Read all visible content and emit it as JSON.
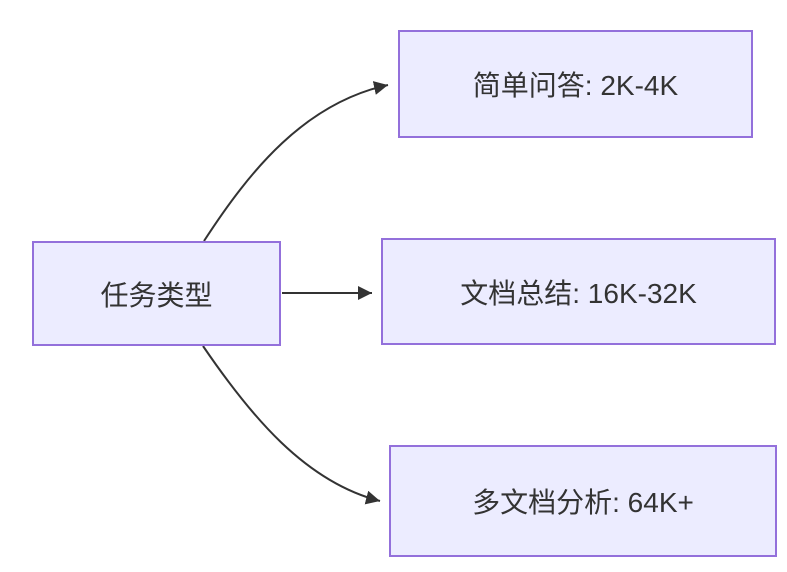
{
  "diagram": {
    "type": "flowchart-left-to-right",
    "root_node": {
      "label": "任务类型"
    },
    "branch_nodes": [
      {
        "label": "简单问答: 2K-4K"
      },
      {
        "label": "文档总结: 16K-32K"
      },
      {
        "label": "多文档分析: 64K+"
      }
    ],
    "edges": [
      {
        "from": "任务类型",
        "to": "简单问答: 2K-4K"
      },
      {
        "from": "任务类型",
        "to": "文档总结: 16K-32K"
      },
      {
        "from": "任务类型",
        "to": "多文档分析: 64K+"
      }
    ],
    "colors": {
      "node_fill": "#ECECFF",
      "node_border": "#9370DB",
      "edge_line": "#333333",
      "text": "#333333",
      "background": "#FFFFFF"
    }
  }
}
